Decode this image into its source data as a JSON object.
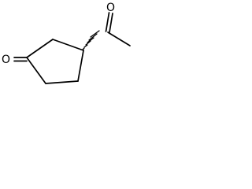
{
  "molecule": {
    "atoms": [
      {
        "id": "O_ring",
        "symbol": "O"
      },
      {
        "id": "O_acetyl",
        "symbol": "O"
      }
    ],
    "stereo_bond": "hashed-wedge"
  }
}
